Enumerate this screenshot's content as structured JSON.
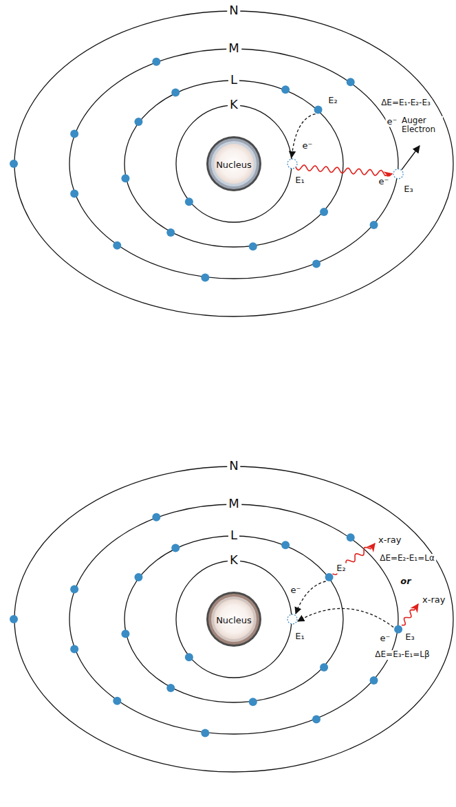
{
  "diagram": {
    "nodes": [
      {
        "text": [
          "N"
        ]
      },
      {
        "text": [
          "M"
        ],
        "in": 0
      },
      {
        "text": [
          "L"
        ],
        "in": 1
      },
      {
        "text": [
          "K"
        ],
        "in": 2
      },
      {
        "text": [
          "Nucleus"
        ],
        "in": 3
      },
      {
        "text": [
          "N"
        ]
      },
      {
        "text": [
          "M"
        ],
        "in": 5
      },
      {
        "text": [
          "L"
        ],
        "in": 6
      },
      {
        "text": [
          "K"
        ],
        "in": 7
      },
      {
        "text": [
          "Nucleus"
        ],
        "in": 8
      }
    ],
    "labels": [
      "ΔE=E₁-E₂-E₃",
      "e⁻",
      "Auger Electron",
      "E₂",
      "e⁻",
      "E₁",
      "e⁻",
      "E₃",
      "x-ray",
      "ΔE=E₂-E₁=Lα",
      "or",
      "E₂",
      "e⁻",
      "E₁",
      "e⁻",
      "E₃",
      "x-ray",
      "ΔE=E₃-E₁=Lβ"
    ]
  }
}
